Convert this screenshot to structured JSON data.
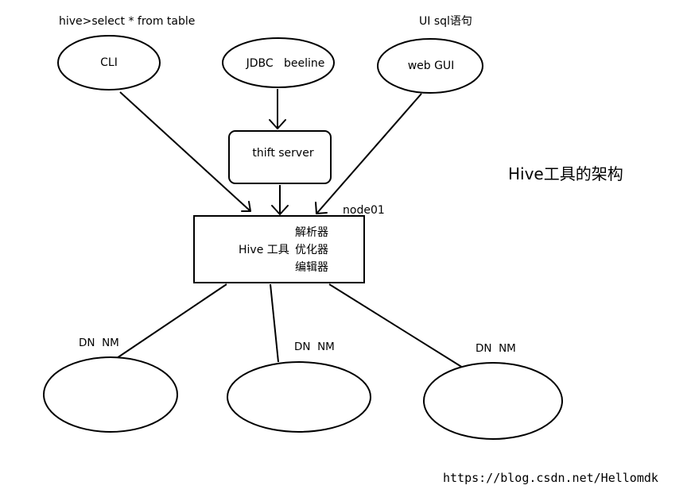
{
  "annotations": {
    "cli_command": "hive>select * from table",
    "gui_note": "UI sql语句",
    "node_label": "node01"
  },
  "clients": {
    "cli": "CLI",
    "jdbc": "JDBC   beeline",
    "web": "web GUI"
  },
  "server": {
    "label": "thift server"
  },
  "hive": {
    "name": "Hive 工具",
    "components": [
      "解析器",
      "优化器",
      "编辑器"
    ]
  },
  "data_nodes": [
    {
      "label": "DN  NM"
    },
    {
      "label": "DN  NM"
    },
    {
      "label": "DN  NM"
    }
  ],
  "title": "Hive工具的架构",
  "watermark": "https://blog.csdn.net/Hellomdk",
  "colors": {
    "title": "#e8201f",
    "watermark": "#d2d2d2",
    "stroke": "#000000"
  }
}
